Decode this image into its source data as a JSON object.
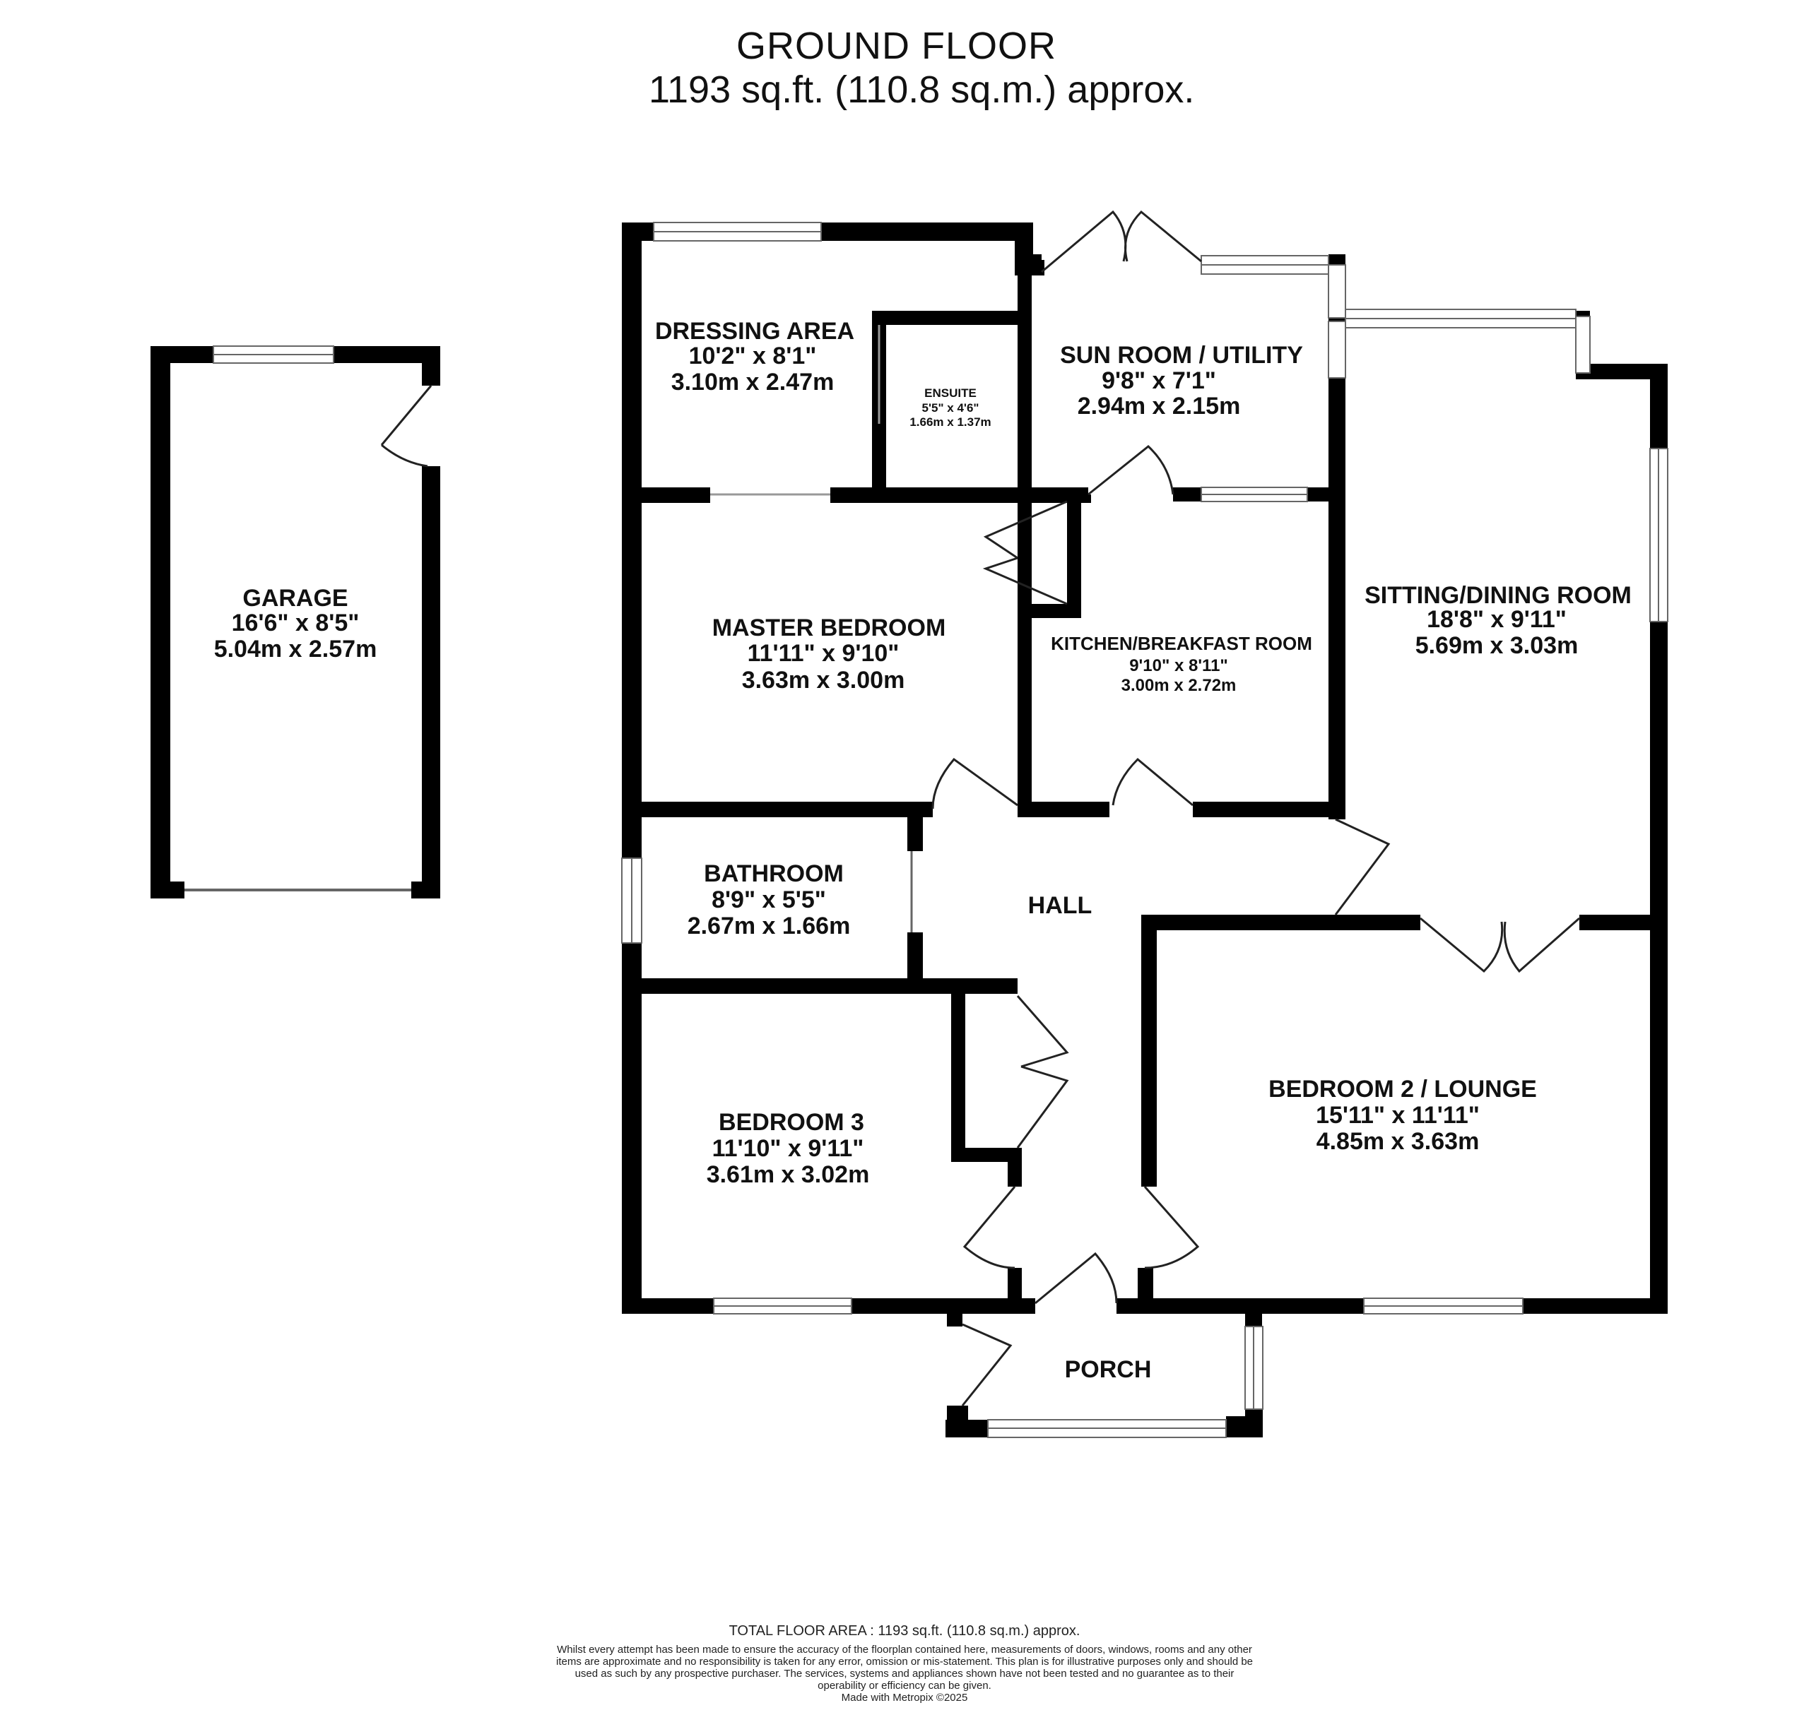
{
  "header": {
    "title": "GROUND FLOOR",
    "subtitle": "1193 sq.ft. (110.8 sq.m.) approx."
  },
  "rooms": {
    "garage": {
      "name": "GARAGE",
      "imperial": "16'6\"  x 8'5\"",
      "metric": "5.04m  x 2.57m"
    },
    "dressing": {
      "name": "DRESSING AREA",
      "imperial": "10'2\"  x 8'1\"",
      "metric": "3.10m  x 2.47m"
    },
    "ensuite": {
      "name": "ENSUITE",
      "imperial": "5'5\"  x 4'6\"",
      "metric": "1.66m  x 1.37m"
    },
    "sunroom": {
      "name": "SUN ROOM / UTILITY",
      "imperial": "9'8\"  x 7'1\"",
      "metric": "2.94m  x 2.15m"
    },
    "master": {
      "name": "MASTER BEDROOM",
      "imperial": "11'11\"  x 9'10\"",
      "metric": "3.63m  x 3.00m"
    },
    "kitchen": {
      "name": "KITCHEN/BREAKFAST ROOM",
      "imperial": "9'10\"  x 8'11\"",
      "metric": "3.00m  x 2.72m"
    },
    "sitting": {
      "name": "SITTING/DINING ROOM",
      "imperial": "18'8\"  x 9'11\"",
      "metric": "5.69m  x 3.03m"
    },
    "bathroom": {
      "name": "BATHROOM",
      "imperial": "8'9\"  x 5'5\"",
      "metric": "2.67m  x 1.66m"
    },
    "hall": {
      "name": "HALL"
    },
    "bedroom3": {
      "name": "BEDROOM 3",
      "imperial": "11'10\"  x 9'11\"",
      "metric": "3.61m  x 3.02m"
    },
    "bedroom2": {
      "name": "BEDROOM 2 / LOUNGE",
      "imperial": "15'11\"  x 11'11\"",
      "metric": "4.85m  x 3.63m"
    },
    "porch": {
      "name": "PORCH"
    }
  },
  "footer": {
    "total": "TOTAL FLOOR AREA : 1193 sq.ft. (110.8 sq.m.) approx.",
    "disclaimer": "Whilst every attempt has been made to ensure the accuracy of the floorplan contained here, measurements of doors, windows, rooms and any other items are approximate and no responsibility is taken for any error, omission or mis-statement. This plan is for illustrative purposes only and should be used as such by any prospective purchaser. The services, systems and appliances shown have not been tested and no guarantee as to their operability or efficiency can be given.",
    "credit": "Made with Metropix ©2025"
  },
  "colors": {
    "wall": "#000000",
    "window": "#ffffff",
    "window_line": "#777777",
    "door": "#333333",
    "background": "#ffffff"
  }
}
